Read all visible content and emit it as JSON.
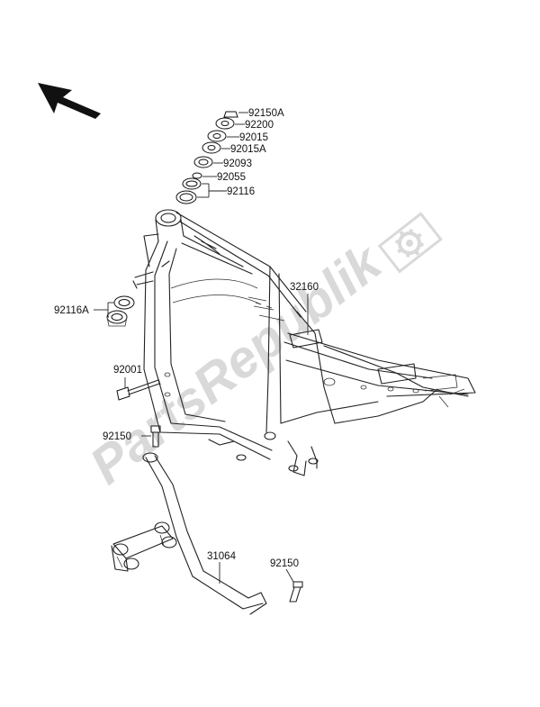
{
  "watermark": {
    "text": "PartsRepublik"
  },
  "callouts": [
    {
      "id": "92150A",
      "text": "92150A"
    },
    {
      "id": "92200",
      "text": "92200"
    },
    {
      "id": "92015",
      "text": "92015"
    },
    {
      "id": "92015A",
      "text": "92015A"
    },
    {
      "id": "92093",
      "text": "92093"
    },
    {
      "id": "92055",
      "text": "92055"
    },
    {
      "id": "92116",
      "text": "92116"
    },
    {
      "id": "32160",
      "text": "32160"
    },
    {
      "id": "92116A",
      "text": "92116A"
    },
    {
      "id": "92001",
      "text": "92001"
    },
    {
      "id": "92150",
      "text": "92150"
    },
    {
      "id": "31064",
      "text": "31064"
    },
    {
      "id": "92150b",
      "text": "92150"
    }
  ],
  "icons": {
    "direction": "direction-arrow-icon",
    "gear": "gear-icon"
  },
  "colors": {
    "ink": "#222222",
    "watermark": "#d9d9d9",
    "background": "#ffffff"
  }
}
